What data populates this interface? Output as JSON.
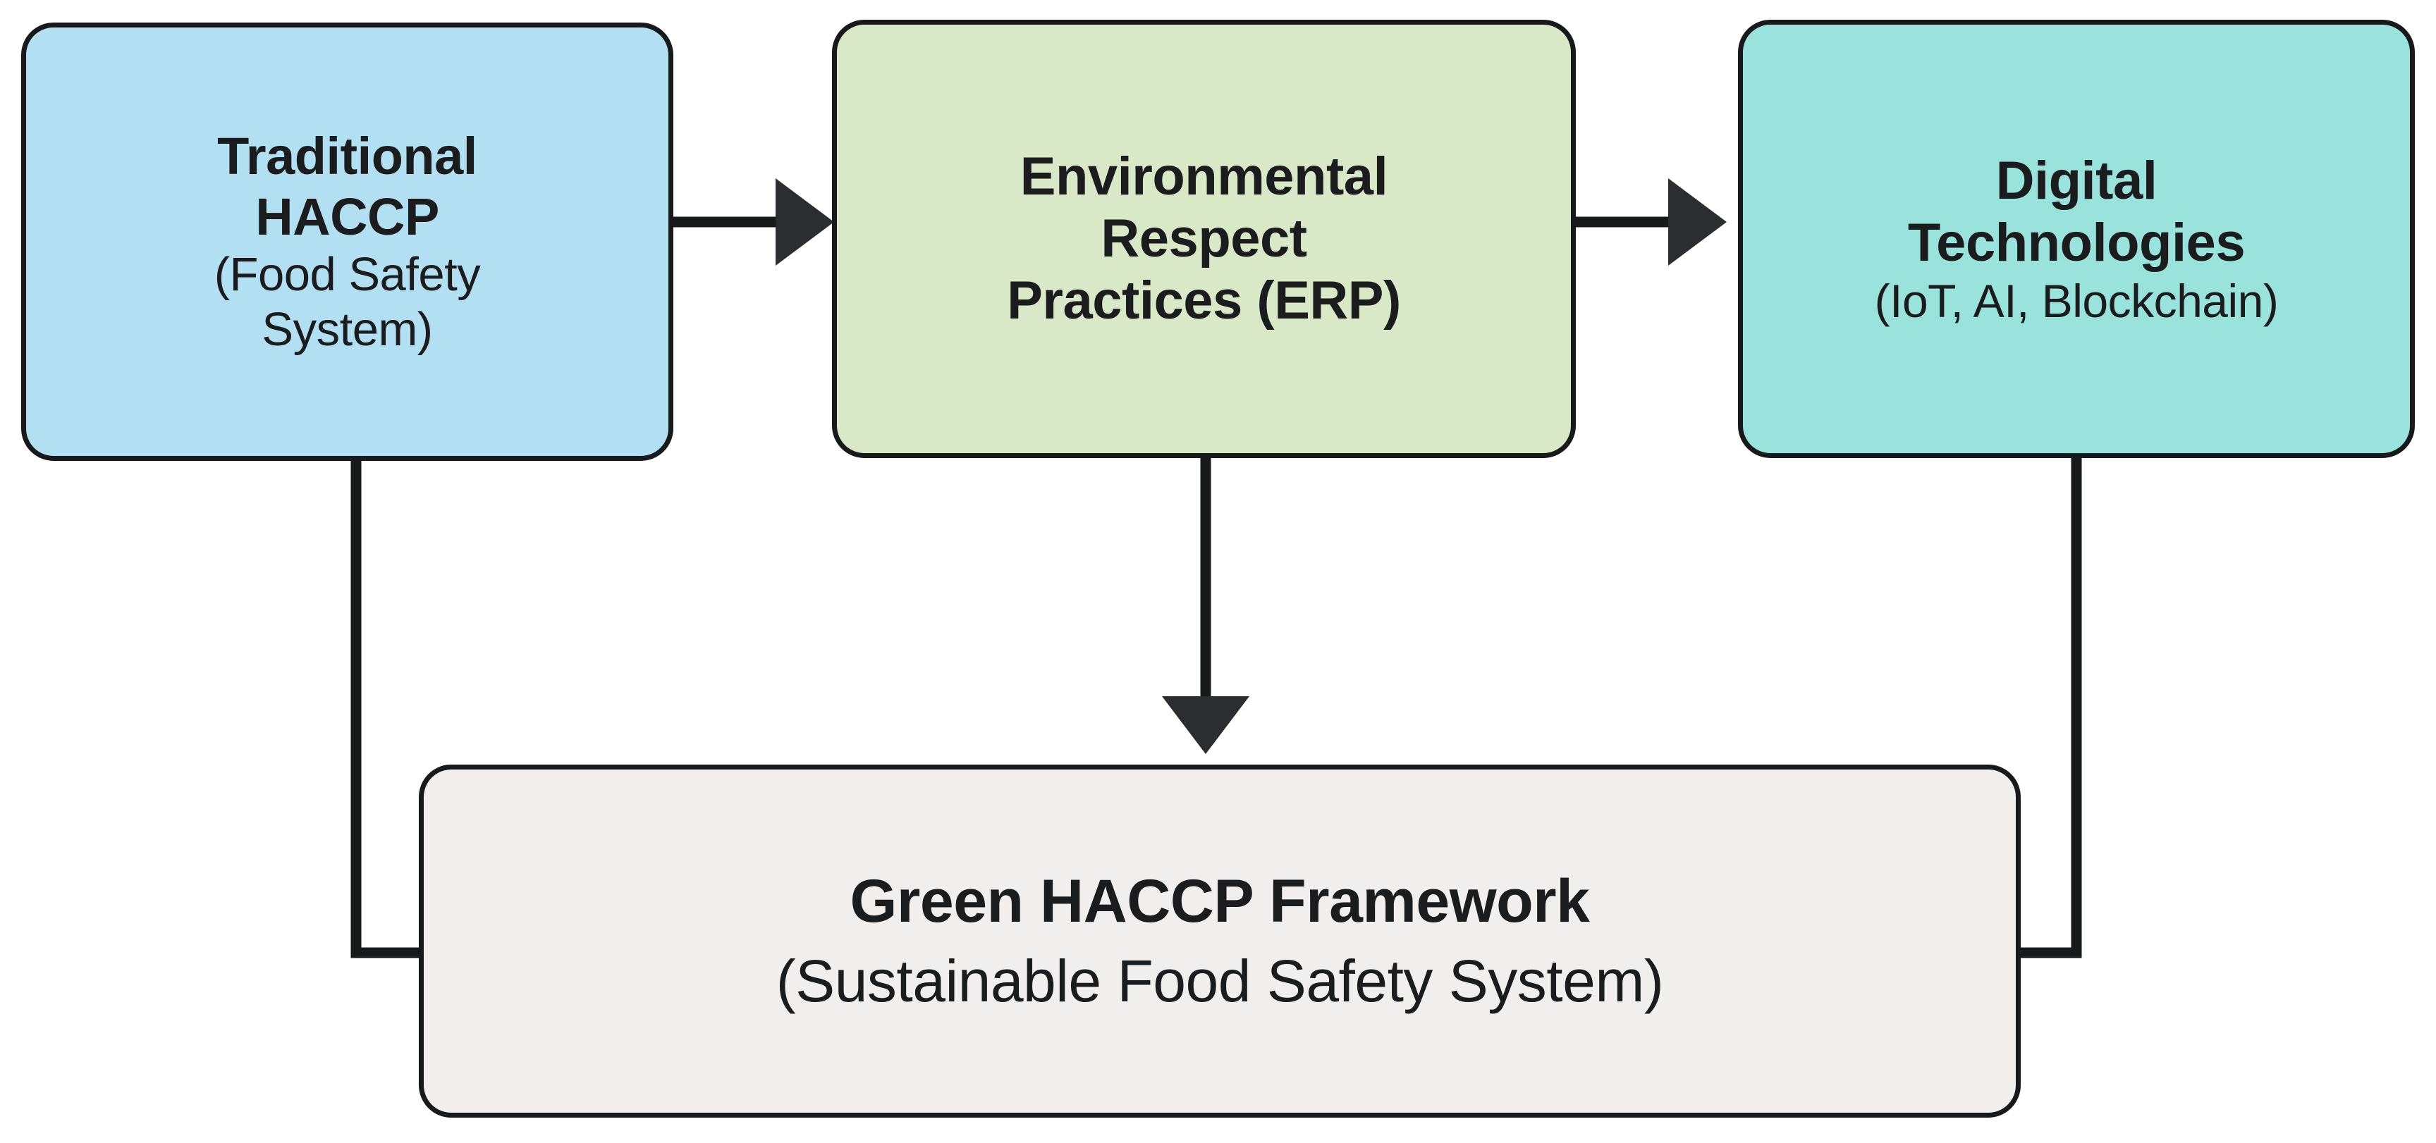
{
  "diagram": {
    "title": "Green HACCP Framework flow diagram",
    "background_color": "#ffffff",
    "stroke_color": "#18191b",
    "nodes": [
      {
        "id": "traditional-haccp",
        "line1": "Traditional",
        "line2": "HACCP",
        "line3": "(Food Safety",
        "line4": "System)",
        "fill": "#b3dff2"
      },
      {
        "id": "erp",
        "line1": "Environmental",
        "line2": "Respect",
        "line3": "Practices (ERP)",
        "fill": "#d9e8c6"
      },
      {
        "id": "digital-technologies",
        "line1": "Digital",
        "line2": "Technologies",
        "line3": "(IoT, AI, Blockchain)",
        "fill": "#9ae3dc"
      },
      {
        "id": "green-haccp",
        "line1": "Green HACCP Framework",
        "line2": "(Sustainable Food Safety System)",
        "fill": "#f0efed"
      }
    ],
    "edges": [
      {
        "id": "haccp-to-erp",
        "from": "traditional-haccp",
        "to": "erp",
        "kind": "arrow-right"
      },
      {
        "id": "erp-to-digital",
        "from": "erp",
        "to": "digital-technologies",
        "kind": "arrow-right"
      },
      {
        "id": "erp-to-green",
        "from": "erp",
        "to": "green-haccp",
        "kind": "arrow-down"
      },
      {
        "id": "haccp-to-green",
        "from": "traditional-haccp",
        "to": "green-haccp",
        "kind": "elbow-left"
      },
      {
        "id": "digital-to-green",
        "from": "digital-technologies",
        "to": "green-haccp",
        "kind": "elbow-right"
      }
    ]
  }
}
